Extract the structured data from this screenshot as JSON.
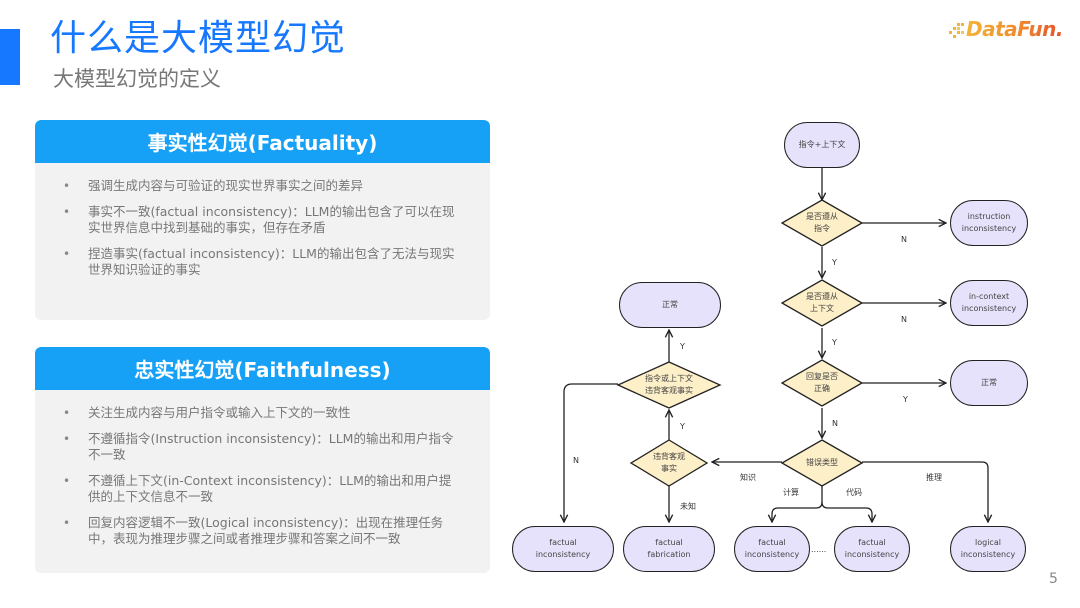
{
  "header": {
    "title": "什么是大模型幻觉",
    "subtitle": "大模型幻觉的定义",
    "accent_color": "#1677ff"
  },
  "logo": {
    "text": "DataFun.",
    "icon": "pixel-dots-icon"
  },
  "cards": [
    {
      "title": "事实性幻觉(Factuality)",
      "header_color": "#16a1f7",
      "bullets": [
        "强调生成内容与可验证的现实世界事实之间的差异",
        "事实不一致(factual inconsistency)：LLM的输出包含了可以在现实世界信息中找到基础的事实，但存在矛盾",
        "捏造事实(factual inconsistency)：LLM的输出包含了无法与现实世界知识验证的事实"
      ]
    },
    {
      "title": "忠实性幻觉(Faithfulness)",
      "header_color": "#16a1f7",
      "bullets": [
        "关注生成内容与用户指令或输入上下文的一致性",
        "不遵循指令(Instruction inconsistency)：LLM的输出和用户指令不一致",
        "不遵循上下文(in-Context inconsistency)：LLM的输出和用户提供的上下文信息不一致",
        "回复内容逻辑不一致(Logical inconsistency)：出现在推理任务中，表现为推理步骤之间或者推理步骤和答案之间不一致"
      ]
    }
  ],
  "flowchart": {
    "colors": {
      "terminal_fill": "#e6e2fb",
      "decision_fill": "#fdefc8",
      "stroke": "#222222"
    },
    "nodes": {
      "start": {
        "label": "指令+上下文",
        "type": "terminal"
      },
      "d_instr": {
        "label": "是否遵从\n指令",
        "type": "decision"
      },
      "t_instr": {
        "label": "instruction\ninconsistency",
        "type": "terminal"
      },
      "d_ctx": {
        "label": "是否遵从\n上下文",
        "type": "decision"
      },
      "t_ctx": {
        "label": "in-context\ninconsistency",
        "type": "terminal"
      },
      "d_correct": {
        "label": "回复是否\n正确",
        "type": "decision"
      },
      "t_normal_right": {
        "label": "正常",
        "type": "terminal"
      },
      "d_errtype": {
        "label": "错误类型",
        "type": "decision"
      },
      "d_violate": {
        "label": "违背客观\n事实",
        "type": "decision"
      },
      "d_ctx_violate": {
        "label": "指令或上下文\n违背客观事实",
        "type": "decision"
      },
      "t_normal_left": {
        "label": "正常",
        "type": "terminal"
      },
      "t_fact_incons_1": {
        "label": "factual\ninconsistency",
        "type": "terminal"
      },
      "t_fact_fab": {
        "label": "factual\nfabrication",
        "type": "terminal"
      },
      "t_fact_incons_2": {
        "label": "factual\ninconsistency",
        "type": "terminal"
      },
      "t_fact_incons_3": {
        "label": "factual\ninconsistency",
        "type": "terminal"
      },
      "t_logical": {
        "label": "logical\ninconsistency",
        "type": "terminal"
      }
    },
    "edge_labels": {
      "instr_n": "N",
      "instr_y": "Y",
      "ctx_n": "N",
      "ctx_y": "Y",
      "correct_y": "Y",
      "correct_n": "N",
      "knowledge": "知识",
      "calc": "计算",
      "code": "代码",
      "reasoning": "推理",
      "violate_y": "Y",
      "unknown": "未知",
      "ctx_violate_y": "Y",
      "ctx_violate_n": "N"
    },
    "ellipsis": "......"
  },
  "page_number": "5"
}
